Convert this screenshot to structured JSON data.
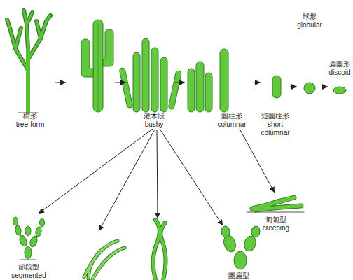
{
  "diagram": {
    "nodes": [
      {
        "text": [
          "樹形",
          "tree-form"
        ]
      },
      {
        "text": [
          "灌木狀",
          "bushy"
        ]
      },
      {
        "text": [
          "圓柱形",
          "columnar"
        ]
      },
      {
        "text": [
          "短圓柱形",
          "short columnar"
        ]
      },
      {
        "text": [
          "球形",
          "globular"
        ]
      },
      {
        "text": [
          "扁圓形",
          "discoid"
        ]
      },
      {
        "text": [
          "匍匐型",
          "creeping"
        ]
      },
      {
        "text": [
          "節段型",
          "segmented"
        ]
      },
      {
        "text": [
          "團扁型"
        ]
      }
    ],
    "edges": [
      {
        "from": 2,
        "to": 3,
        "arrow": "to"
      },
      {
        "from": 3,
        "to": 4,
        "arrow": "to"
      },
      {
        "from": 4,
        "to": 5,
        "arrow": "to"
      },
      {
        "from": 2,
        "to": 6,
        "arrow": "to"
      },
      {
        "from": 1,
        "to": 7,
        "arrow": "to"
      },
      {
        "from": 1,
        "to": 8,
        "arrow": "to"
      }
    ]
  }
}
